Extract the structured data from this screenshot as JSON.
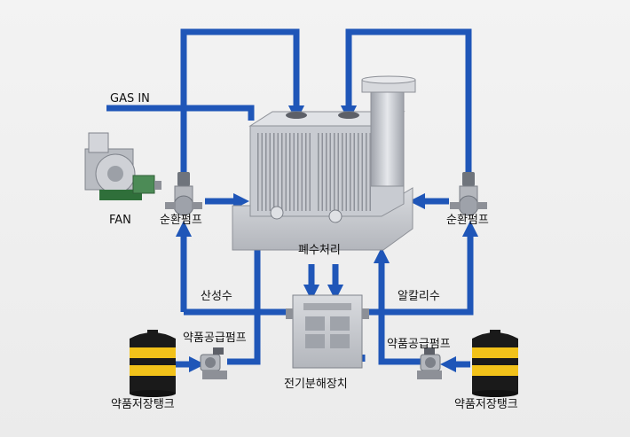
{
  "labels": {
    "gas_in": "GAS IN",
    "fan": "FAN",
    "pump_left": "순환펌프",
    "pump_right": "순환펌프",
    "wastewater": "폐수처리",
    "acid_water": "산성수",
    "alkali_water": "알칼리수",
    "dosing_pump_left": "약품공급펌프",
    "dosing_pump_right": "약품공급펌프",
    "tank_left": "약품저장탱크",
    "tank_right": "약품저장탱크",
    "electrolysis": "전기분해장치"
  },
  "colors": {
    "flow_blue": "#1f56b8",
    "tank_yellow": "#f2c21a",
    "tank_black": "#1a1a1a",
    "equipment_gray": "#c9cbd0"
  },
  "icons": [
    "fan-icon",
    "pump-icon",
    "dosing-pump-icon",
    "tank-icon",
    "scrubber-icon",
    "electrolysis-unit-icon"
  ]
}
